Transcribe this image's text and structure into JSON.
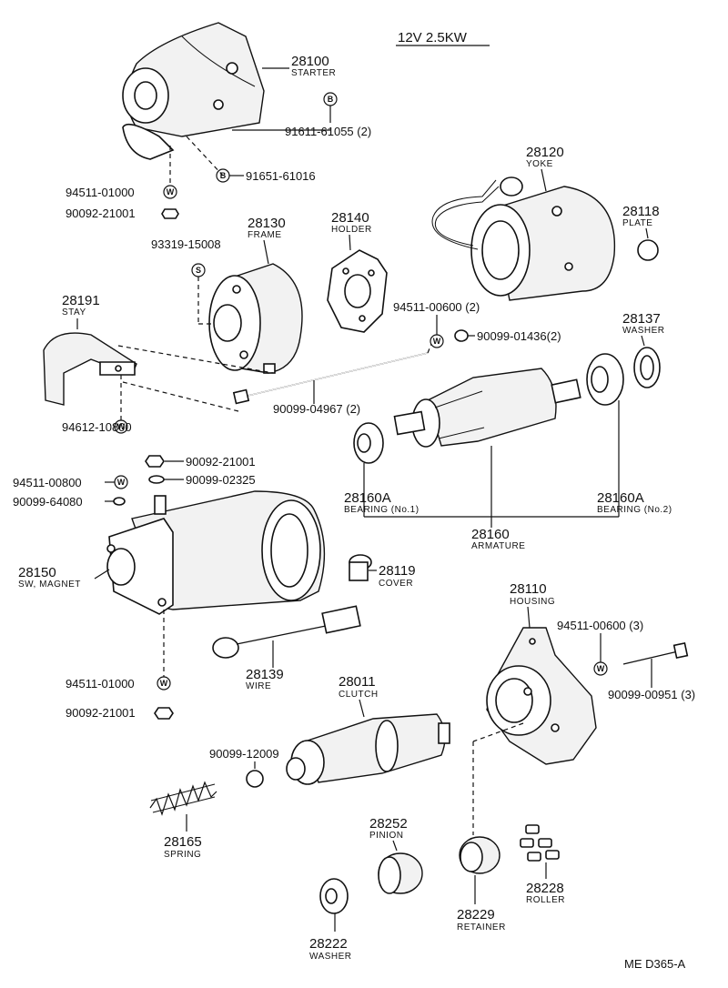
{
  "header": {
    "spec": "12V 2.5KW"
  },
  "footer": {
    "code": "ME D365-A"
  },
  "parts": {
    "starter": {
      "number": "28100",
      "name": "STARTER"
    },
    "yoke": {
      "number": "28120",
      "name": "YOKE"
    },
    "plate": {
      "number": "28118",
      "name": "PLATE"
    },
    "frame": {
      "number": "28130",
      "name": "FRAME"
    },
    "holder": {
      "number": "28140",
      "name": "HOLDER"
    },
    "stay": {
      "number": "28191",
      "name": "STAY"
    },
    "washer_top": {
      "number": "28137",
      "name": "WASHER"
    },
    "bearing1": {
      "number": "28160A",
      "name": "BEARING (No.1)"
    },
    "bearing2": {
      "number": "28160A",
      "name": "BEARING (No.2)"
    },
    "armature": {
      "number": "28160",
      "name": "ARMATURE"
    },
    "sw_magnet": {
      "number": "28150",
      "name": "SW, MAGNET"
    },
    "cover": {
      "number": "28119",
      "name": "COVER"
    },
    "housing": {
      "number": "28110",
      "name": "HOUSING"
    },
    "wire": {
      "number": "28139",
      "name": "WIRE"
    },
    "clutch": {
      "number": "28011",
      "name": "CLUTCH"
    },
    "spring": {
      "number": "28165",
      "name": "SPRING"
    },
    "pinion": {
      "number": "28252",
      "name": "PINION"
    },
    "retainer": {
      "number": "28229",
      "name": "RETAINER"
    },
    "roller": {
      "number": "28228",
      "name": "ROLLER"
    },
    "washer_bot": {
      "number": "28222",
      "name": "WASHER"
    }
  },
  "fasteners": {
    "f1": "91611-61055 (2)",
    "f2": "91651-61016",
    "f3": "94511-01000",
    "f4": "90092-21001",
    "f5": "93319-15008",
    "f6": "94511-00600 (2)",
    "f7": "90099-01436(2)",
    "f8": "90099-04967 (2)",
    "f9": "94612-10800",
    "f10": "90092-21001",
    "f11": "94511-00800",
    "f12": "90099-02325",
    "f13": "90099-64080",
    "f14": "94511-01000",
    "f15": "90092-21001",
    "f16": "90099-12009",
    "f17": "94511-00600 (3)",
    "f18": "90099-00951 (3)"
  },
  "symbols": {
    "bolt": "B",
    "washer": "W",
    "screw": "S"
  }
}
